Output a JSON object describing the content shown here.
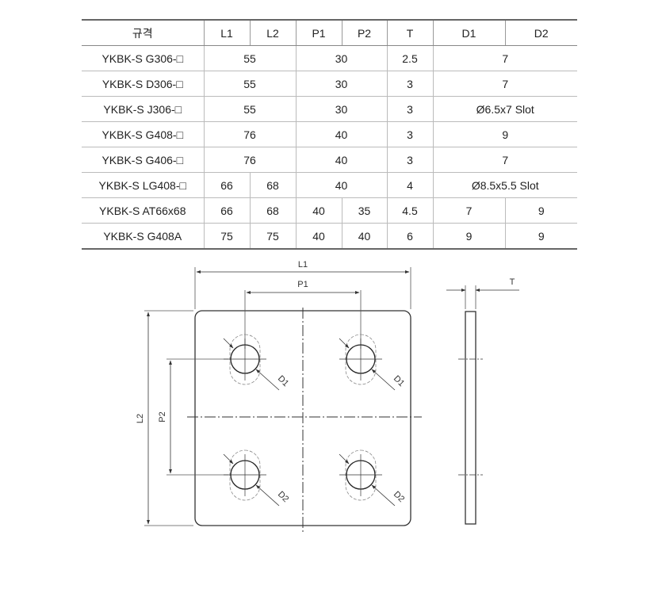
{
  "table": {
    "headers": [
      "규격",
      "L1",
      "L2",
      "P1",
      "P2",
      "T",
      "D1",
      "D2"
    ],
    "rows": [
      {
        "spec": "YKBK-S G306-□",
        "L": "55",
        "P": "30",
        "T": "2.5",
        "D": "7"
      },
      {
        "spec": "YKBK-S D306-□",
        "L": "55",
        "P": "30",
        "T": "3",
        "D": "7"
      },
      {
        "spec": "YKBK-S J306-□",
        "L": "55",
        "P": "30",
        "T": "3",
        "D": "Ø6.5x7 Slot"
      },
      {
        "spec": "YKBK-S G408-□",
        "L": "76",
        "P": "40",
        "T": "3",
        "D": "9"
      },
      {
        "spec": "YKBK-S G406-□",
        "L": "76",
        "P": "40",
        "T": "3",
        "D": "7"
      },
      {
        "spec": "YKBK-S LG408-□",
        "L1": "66",
        "L2": "68",
        "P": "40",
        "T": "4",
        "D": "Ø8.5x5.5 Slot"
      },
      {
        "spec": "YKBK-S AT66x68",
        "L1": "66",
        "L2": "68",
        "P1": "40",
        "P2": "35",
        "T": "4.5",
        "D1": "7",
        "D2": "9"
      },
      {
        "spec": "YKBK-S G408A",
        "L1": "75",
        "L2": "75",
        "P1": "40",
        "P2": "40",
        "T": "6",
        "D1": "9",
        "D2": "9"
      }
    ]
  },
  "drawing": {
    "label_L1": "L1",
    "label_P1": "P1",
    "label_L2": "L2",
    "label_P2": "P2",
    "label_T": "T",
    "label_D1": "D1",
    "label_D2": "D2"
  }
}
